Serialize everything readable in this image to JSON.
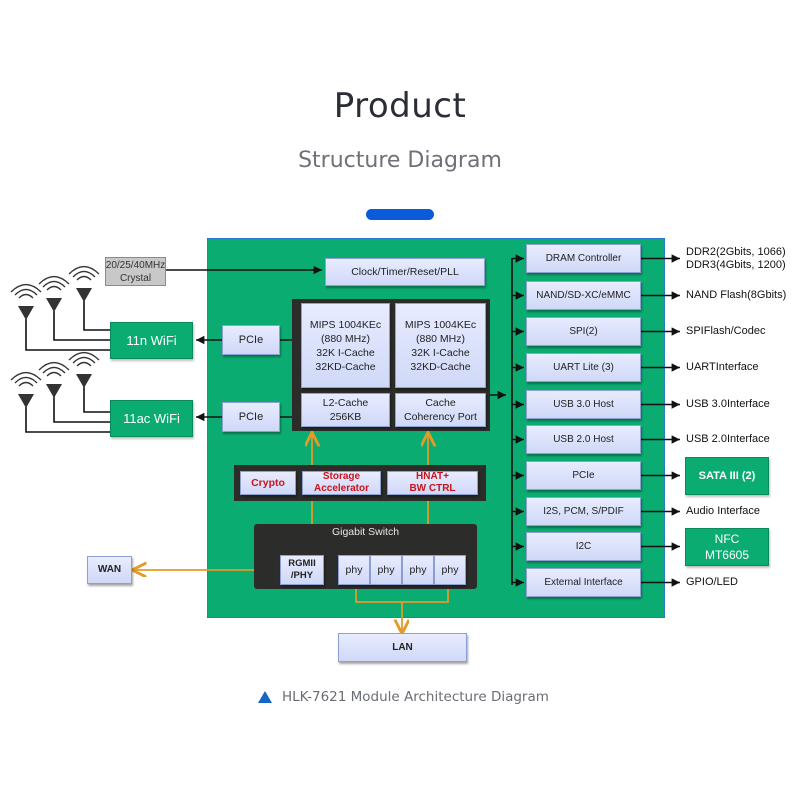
{
  "header": {
    "title": "Product",
    "subtitle": "Structure Diagram",
    "accent_color": "#0a5bd9"
  },
  "diagram": {
    "board_color": "#0bac72",
    "crystal": "20/25/40MHz\nCrystal",
    "clock_block": "Clock/Timer/Reset/PLL",
    "wifi": [
      {
        "label": "11n WiFi",
        "bridge": "PCIe"
      },
      {
        "label": "11ac WiFi",
        "bridge": "PCIe"
      }
    ],
    "cpu": {
      "cores": [
        "MIPS 1004KEc\n(880 MHz)\n32K I-Cache\n32KD-Cache",
        "MIPS 1004KEc\n(880 MHz)\n32K I-Cache\n32KD-Cache"
      ],
      "l2": "L2-Cache\n256KB",
      "coherency": "Cache\nCoherency Port"
    },
    "accelerators": [
      "Crypto",
      "Storage\nAccelerator",
      "HNAT+\nBW CTRL"
    ],
    "switch": {
      "title": "Gigabit Switch",
      "rgmii": "RGMII\n/PHY",
      "phys": [
        "phy",
        "phy",
        "phy",
        "phy"
      ]
    },
    "wan": "WAN",
    "lan": "LAN",
    "peripherals": [
      {
        "block": "DRAM Controller",
        "target": "DDR2(2Gbits, 1066)\nDDR3(4Gbits, 1200)",
        "target_boxed": false
      },
      {
        "block": "NAND/SD-XC/eMMC",
        "target": "NAND Flash(8Gbits)",
        "target_boxed": false
      },
      {
        "block": "SPI(2)",
        "target": "SPIFlash/Codec",
        "target_boxed": false
      },
      {
        "block": "UART Lite (3)",
        "target": "UARTInterface",
        "target_boxed": false
      },
      {
        "block": "USB 3.0 Host",
        "target": "USB 3.0Interface",
        "target_boxed": false
      },
      {
        "block": "USB 2.0 Host",
        "target": "USB 2.0Interface",
        "target_boxed": false
      },
      {
        "block": "PCIe",
        "target": "SATA III (2)",
        "target_boxed": true
      },
      {
        "block": "I2S, PCM, S/PDIF",
        "target": "Audio Interface",
        "target_boxed": false
      },
      {
        "block": "I2C",
        "target": "NFC\nMT6605",
        "target_boxed": true
      },
      {
        "block": "External Interface",
        "target": "GPIO/LED",
        "target_boxed": false
      }
    ]
  },
  "caption": {
    "icon": "triangle-up-icon",
    "text": "HLK-7621 Module Architecture Diagram"
  }
}
